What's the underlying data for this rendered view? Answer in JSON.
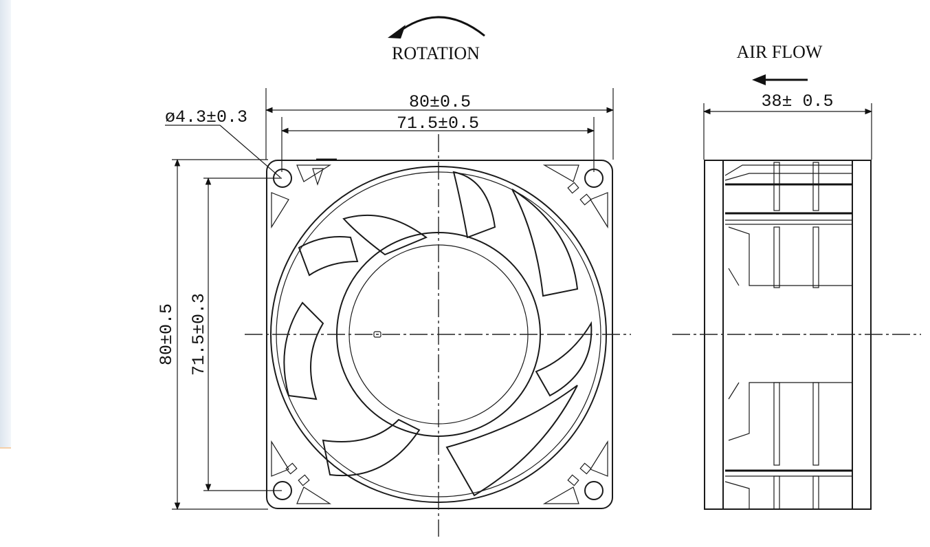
{
  "labels": {
    "rotation": "ROTATION",
    "air_flow": "AIR FLOW",
    "width_outer": "80±0.5",
    "width_hole": "71.5±0.5",
    "hole_diameter": "ø4.3±0.3",
    "depth": "38± 0.5",
    "height_outer": "80±0.5",
    "height_hole": "71.5±0.3"
  }
}
